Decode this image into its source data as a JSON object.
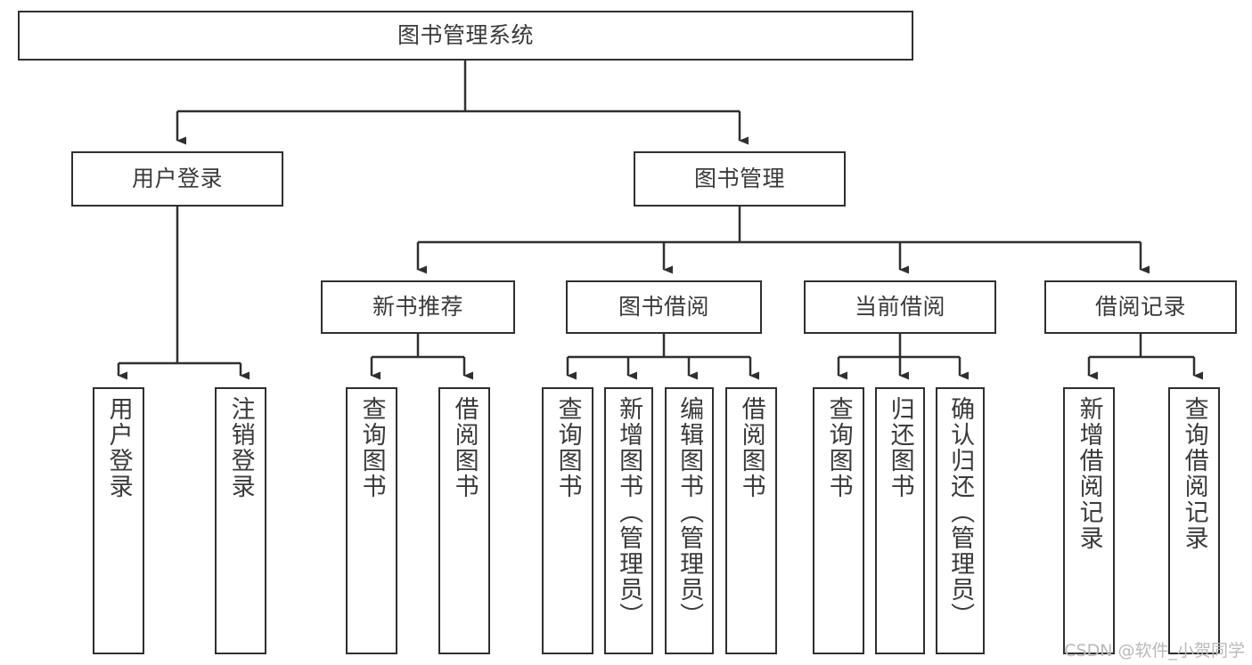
{
  "diagram": {
    "title": "图书管理系统",
    "type": "tree-hierarchy-chart",
    "orientation": "top-down",
    "colors": {
      "box_border": "#2f2f2f",
      "box_fill": "#ffffff",
      "text": "#3a3a3a",
      "connector": "#2f2f2f",
      "background": "#ffffff",
      "watermark": "#b9b9b9"
    },
    "root": {
      "label": "图书管理系统"
    },
    "level2": [
      {
        "label": "用户登录"
      },
      {
        "label": "图书管理"
      }
    ],
    "level3": [
      {
        "label": "新书推荐"
      },
      {
        "label": "图书借阅"
      },
      {
        "label": "当前借阅"
      },
      {
        "label": "借阅记录"
      }
    ],
    "leaves": {
      "user_login": [
        {
          "label": "用户登录"
        },
        {
          "label": "注销登录"
        }
      ],
      "new_book_recommend": [
        {
          "label": "查询图书"
        },
        {
          "label": "借阅图书"
        }
      ],
      "book_borrow": [
        {
          "label": "查询图书"
        },
        {
          "label": "新增图书（管理员）"
        },
        {
          "label": "编辑图书（管理员）"
        },
        {
          "label": "借阅图书"
        }
      ],
      "current_borrow": [
        {
          "label": "查询图书"
        },
        {
          "label": "归还图书"
        },
        {
          "label": "确认归还（管理员）"
        }
      ],
      "borrow_record": [
        {
          "label": "新增借阅记录"
        },
        {
          "label": "查询借阅记录"
        }
      ]
    },
    "watermark": "CSDN @软件_小贺同学"
  }
}
